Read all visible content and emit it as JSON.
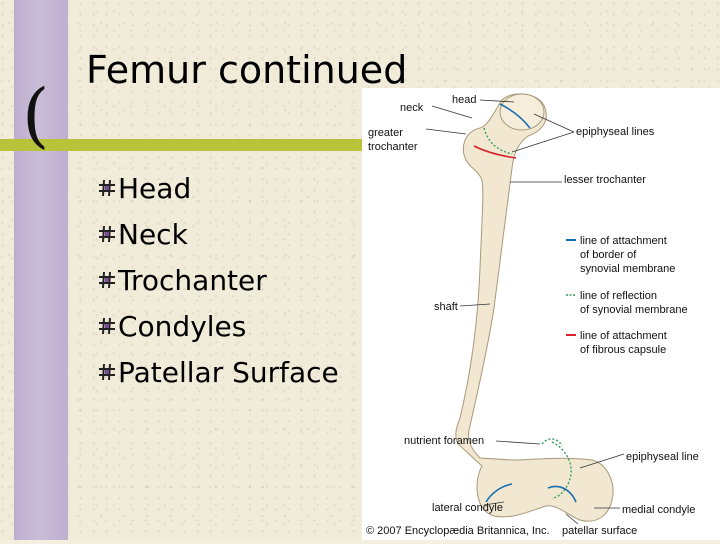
{
  "slide": {
    "title": "Femur continued",
    "bullets": [
      "Head",
      "Neck",
      "Trochanter",
      "Condyles",
      "Patellar Surface"
    ]
  },
  "figure": {
    "labels": {
      "head": "head",
      "neck": "neck",
      "greater_trochanter_1": "greater",
      "greater_trochanter_2": "trochanter",
      "epiphyseal_lines": "epiphyseal lines",
      "lesser_trochanter": "lesser trochanter",
      "shaft": "shaft",
      "nutrient_foramen": "nutrient foramen",
      "epiphyseal_line": "epiphyseal line",
      "lateral_condyle": "lateral condyle",
      "medial_condyle": "medial condyle",
      "patellar_surface": "patellar surface"
    },
    "legend": [
      {
        "style": "solid-blue",
        "color": "#1a6fb0",
        "lines": [
          "line of attachment",
          "of border of",
          "synovial membrane"
        ]
      },
      {
        "style": "dotted-green",
        "color": "#2f9e56",
        "lines": [
          "line of reflection",
          "of synovial membrane"
        ]
      },
      {
        "style": "solid-red",
        "color": "#d8222a",
        "lines": [
          "line of attachment",
          "of fibrous capsule"
        ]
      }
    ],
    "credit": "© 2007 Encyclopædia Britannica, Inc."
  },
  "colors": {
    "left_band": "#c0b1d3",
    "green_bar": "#b8c33a",
    "bone": "#f3ead6"
  }
}
